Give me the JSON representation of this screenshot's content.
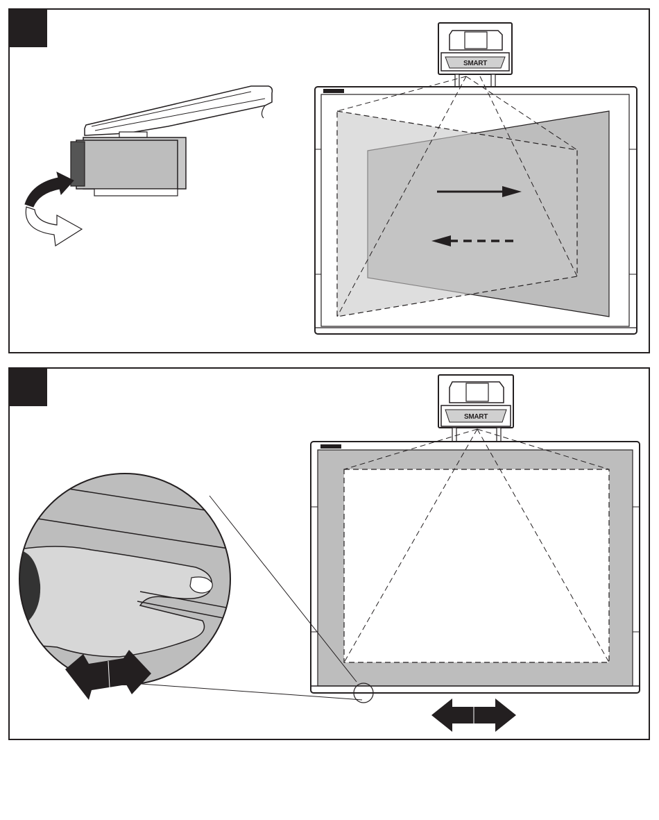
{
  "brand": {
    "logo_text": "SMART"
  },
  "colors": {
    "ink": "#231f20",
    "gray_area": "#bdbdbd",
    "hand_fill": "#d7d7d7",
    "line": "#333333"
  },
  "panels": [
    {
      "id": "panel-1",
      "step_badge": "",
      "scene": "projector-image-rotation-keystone"
    },
    {
      "id": "panel-2",
      "step_badge": "",
      "scene": "whiteboard-horizontal-alignment"
    }
  ]
}
